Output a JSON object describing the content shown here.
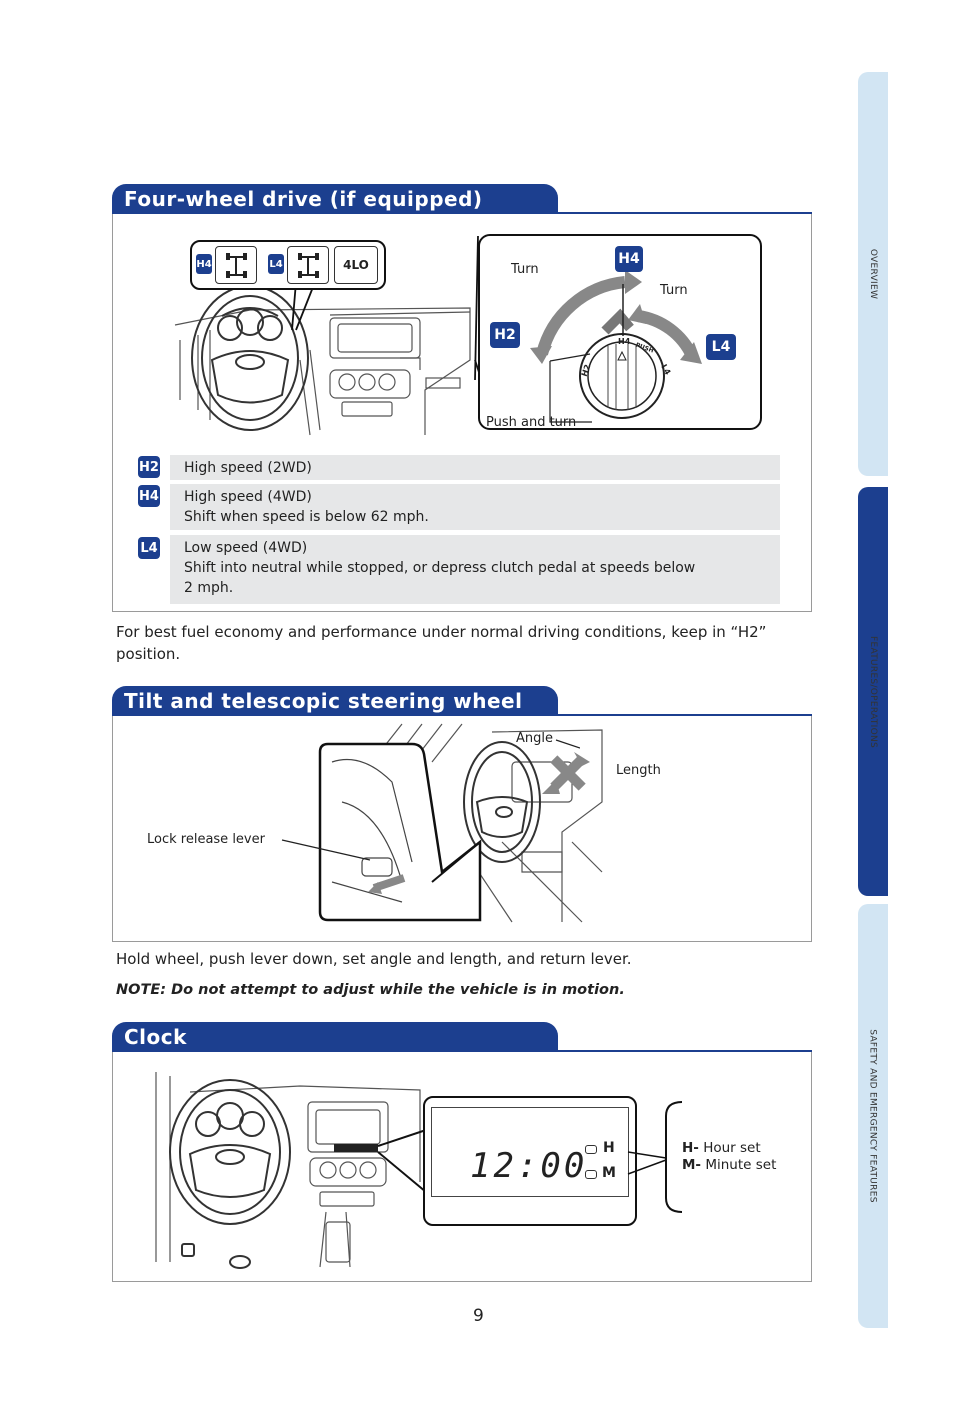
{
  "side_tabs": [
    "OVERVIEW",
    "FEATURES/OPERATIONS",
    "SAFETY AND EMERGENCY FEATURES"
  ],
  "four_wd": {
    "heading": "Four-wheel drive (if equipped)",
    "callout_badges": [
      "H4",
      "L4",
      "4LO"
    ],
    "dial_labels": {
      "h4": "H4",
      "h2": "H2",
      "l4": "L4",
      "turn_left": "Turn",
      "turn_right": "Turn",
      "push_and_turn": "Push and turn",
      "dial_h4": "H4",
      "dial_push": "PUSH",
      "dial_l4": "L4",
      "dial_h2": "H2"
    },
    "modes": [
      {
        "badge": "H2",
        "line1": "High speed (2WD)",
        "line2": ""
      },
      {
        "badge": "H4",
        "line1": "High speed (4WD)",
        "line2": "Shift when speed is below 62 mph."
      },
      {
        "badge": "L4",
        "line1": "Low speed (4WD)",
        "line2": "Shift into neutral while stopped, or depress clutch pedal at speeds below",
        "line3": "2 mph."
      }
    ],
    "note": "For best fuel economy and performance under normal driving conditions, keep in “H2” position."
  },
  "tilt": {
    "heading": "Tilt and telescopic steering wheel",
    "label_angle": "Angle",
    "label_length": "Length",
    "label_lock": "Lock release lever",
    "instruction": "Hold wheel, push lever down, set angle and length, and return lever.",
    "note": "NOTE: Do not attempt to adjust while the vehicle is in motion."
  },
  "clock": {
    "heading": "Clock",
    "display_time": "12:00",
    "button_h": "H",
    "button_m": "M",
    "legend_h_key": "H-",
    "legend_h_text": "Hour set",
    "legend_m_key": "M-",
    "legend_m_text": "Minute set"
  },
  "page_number": "9"
}
